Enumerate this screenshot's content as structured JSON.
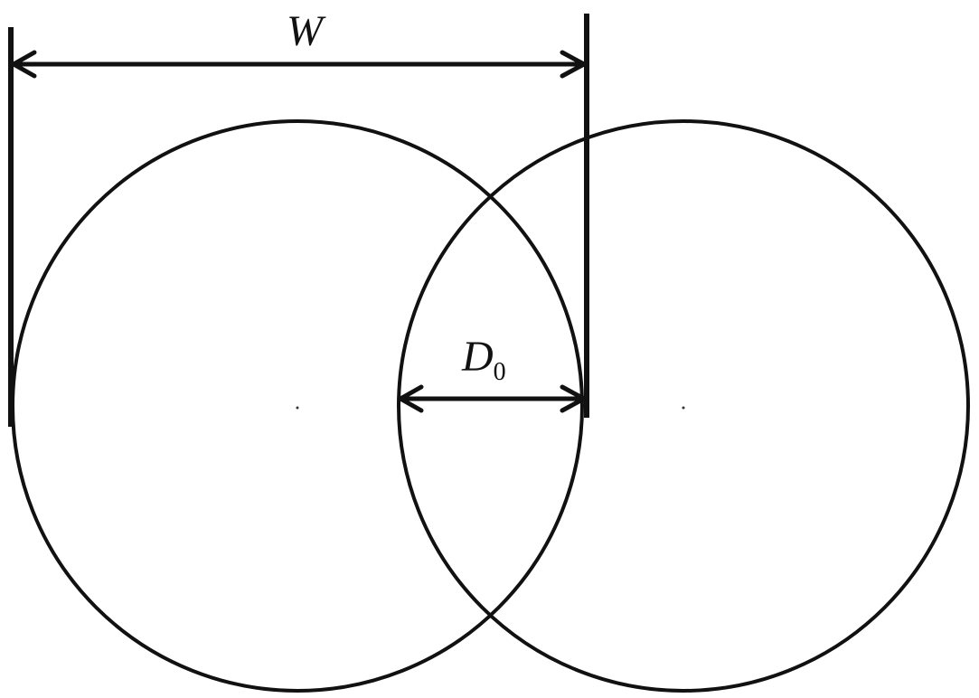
{
  "labels": {
    "width": "W",
    "distance_main": "D",
    "distance_sub": "0"
  },
  "colors": {
    "line": "#111111",
    "background": "#ffffff"
  }
}
